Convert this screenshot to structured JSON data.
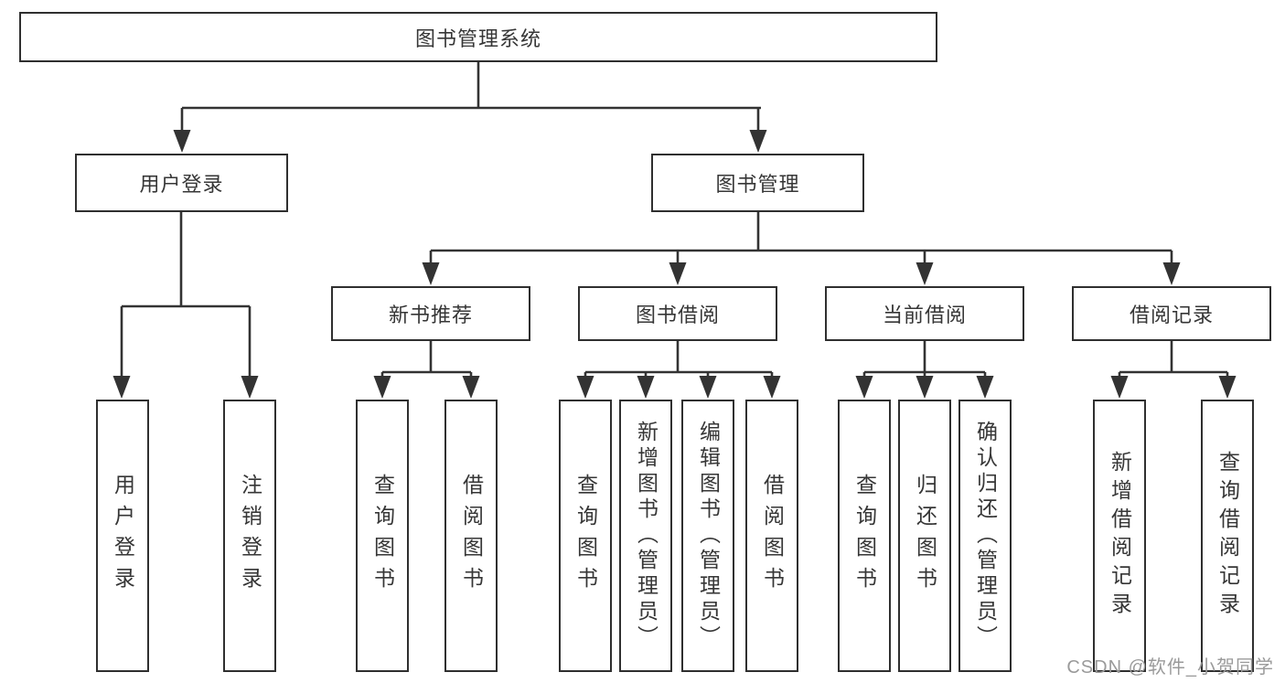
{
  "diagram": {
    "root": {
      "label": "图书管理系统"
    },
    "branches": [
      {
        "label": "用户登录",
        "children": [
          {
            "label": "用户登录"
          },
          {
            "label": "注销登录"
          }
        ]
      },
      {
        "label": "图书管理",
        "children": [
          {
            "label": "新书推荐",
            "children": [
              {
                "label": "查询图书"
              },
              {
                "label": "借阅图书"
              }
            ]
          },
          {
            "label": "图书借阅",
            "children": [
              {
                "label": "查询图书"
              },
              {
                "label": "新增图书（管理员）"
              },
              {
                "label": "编辑图书（管理员）"
              },
              {
                "label": "借阅图书"
              }
            ]
          },
          {
            "label": "当前借阅",
            "children": [
              {
                "label": "查询图书"
              },
              {
                "label": "归还图书"
              },
              {
                "label": "确认归还（管理员）"
              }
            ]
          },
          {
            "label": "借阅记录",
            "children": [
              {
                "label": "新增借阅记录"
              },
              {
                "label": "查询借阅记录"
              }
            ]
          }
        ]
      }
    ]
  },
  "watermark": {
    "text": "CSDN @软件_小贺同学"
  },
  "colors": {
    "line": "#333333",
    "box_border": "#2f2f2f",
    "text": "#363636",
    "watermark": "#9a9a9a",
    "background": "#ffffff"
  }
}
